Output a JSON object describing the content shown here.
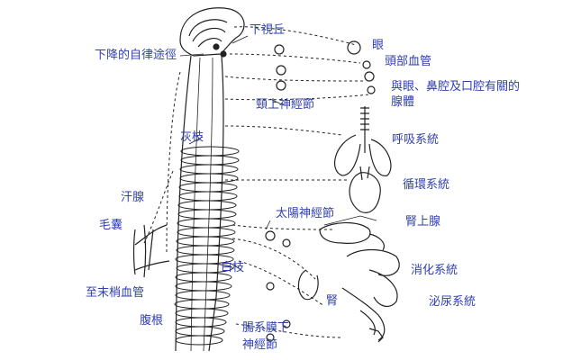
{
  "labels": {
    "hypothalamus": "下視丘",
    "descending_pathway": "下降的自律途徑",
    "eye": "眼",
    "head_vessels": "頭部血管",
    "glands": "與眼、鼻腔及口腔有關的",
    "glands_2": "腺體",
    "superior_cervical_ganglion": "頸上神經節",
    "gray_ramus": "灰枝",
    "respiratory": "呼吸系統",
    "circulatory": "循環系統",
    "sweat_gland": "汗腺",
    "hair_follicle": "毛囊",
    "solar_ganglion": "太陽神經節",
    "adrenal": "腎上腺",
    "white_ramus": "白枝",
    "digestive": "消化系統",
    "peripheral_vessels": "至末梢血管",
    "kidney": "腎",
    "urinary": "泌尿系統",
    "ventral_root": "腹根",
    "mesenteric_ganglion": "腸系膜下",
    "mesenteric_ganglion_2": "神經節"
  },
  "colors": {
    "label": "#2f3fae",
    "line": "#222222"
  }
}
